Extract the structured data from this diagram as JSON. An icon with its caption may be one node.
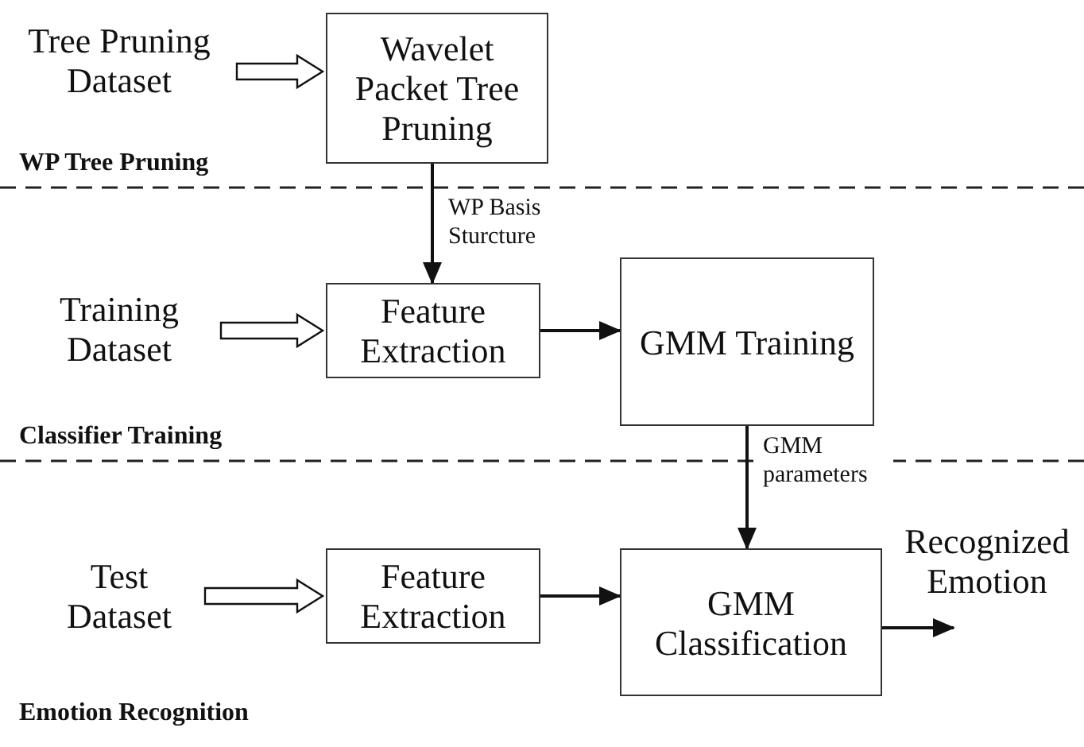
{
  "diagram": {
    "nodes": [
      {
        "text": [
          "Tree Pruning Dataset"
        ]
      },
      {
        "text": [
          "Wavelet Packet Tree Pruning"
        ]
      },
      {
        "text": [
          "Training Dataset"
        ]
      },
      {
        "text": [
          "Feature Extraction"
        ]
      },
      {
        "text": [
          "GMM Training"
        ]
      },
      {
        "text": [
          "Test Dataset"
        ]
      },
      {
        "text": [
          "Feature Extraction"
        ]
      },
      {
        "text": [
          "GMM Classification"
        ]
      },
      {
        "text": [
          "Recognized Emotion"
        ]
      }
    ],
    "edges": [
      {
        "from": 0,
        "to": 1,
        "arrow": "to",
        "style": "thick"
      },
      {
        "from": 1,
        "to": 3,
        "arrow": "to",
        "label": "WP Basis Sturcture"
      },
      {
        "from": 2,
        "to": 3,
        "arrow": "to",
        "style": "thick"
      },
      {
        "from": 3,
        "to": 4,
        "arrow": "to"
      },
      {
        "from": 4,
        "to": 7,
        "arrow": "to",
        "label": "GMM parameters"
      },
      {
        "from": 5,
        "to": 6,
        "arrow": "to",
        "style": "thick"
      },
      {
        "from": 6,
        "to": 7,
        "arrow": "to"
      },
      {
        "from": 7,
        "to": 8,
        "arrow": "to"
      }
    ],
    "labels": [
      "WP Tree Pruning",
      "Classifier Training",
      "Emotion Recognition"
    ]
  }
}
